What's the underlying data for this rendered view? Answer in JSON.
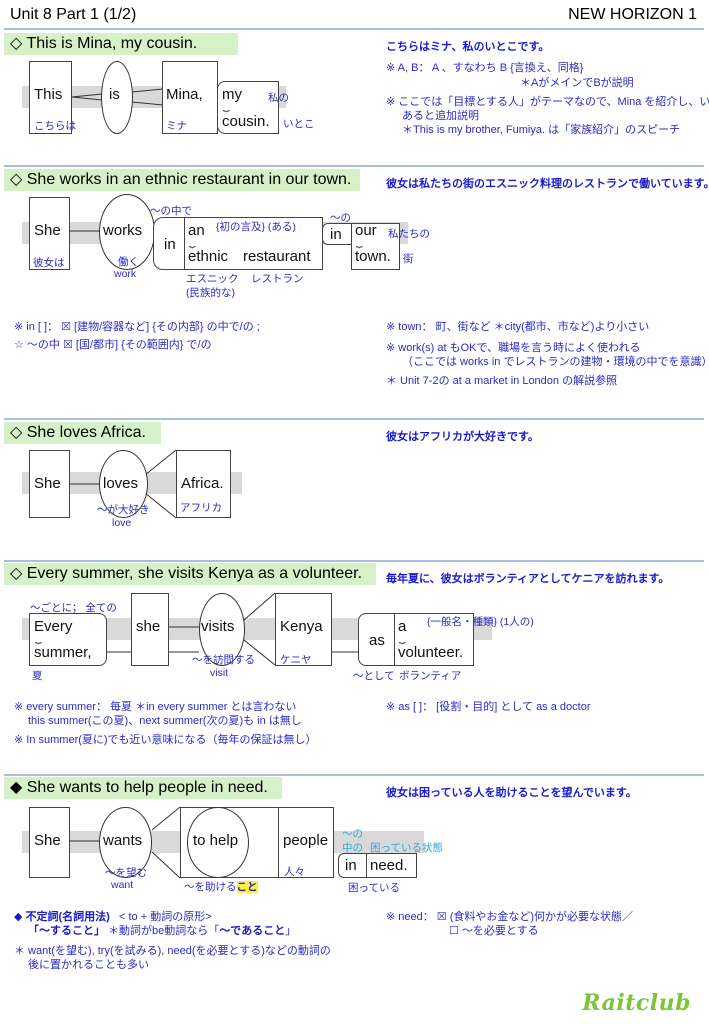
{
  "header": {
    "unit": "Unit 8 Part 1 (1/2)",
    "textbook": "NEW HORIZON 1"
  },
  "sections": [
    {
      "title": "◇ This is Mina, my cousin.",
      "translation": "こちらはミナ、私のいとこです。",
      "diagram": {
        "words": [
          "This",
          "is",
          "Mina,",
          "my",
          "cousin."
        ],
        "glosses": {
          "this": "こちらは",
          "mina": "ミナ",
          "my": "私の",
          "cousin": "いとこ"
        }
      },
      "notes_right": [
        "※ A, B：  A 、すなわち B  {言換え、同格}",
        "＊AがメインでBが説明",
        "※ ここでは「目標とする人」がテーマなので、Mina を紹介し、いとこで",
        "あると追加説明",
        "＊This is my brother, Fumiya. は「家族紹介」のスピーチ"
      ]
    },
    {
      "title": "◇ She works in an ethnic restaurant in our town.",
      "translation": "彼女は私たちの街のエスニック料理のレストランで働いています。",
      "diagram": {
        "words": [
          "She",
          "works",
          "in",
          "an",
          "ethnic",
          "restaurant",
          "in",
          "our",
          "town."
        ],
        "glosses": {
          "she": "彼女は",
          "works_jp": "働く",
          "works_base": "work",
          "in1": "〜の中で",
          "an": "{初の言及} (ある)",
          "ethnic": "エスニック",
          "ethnic2": "(民族的な)",
          "restaurant": "レストラン",
          "in2": "〜の",
          "our": "私たちの",
          "town": "街"
        }
      },
      "notes_left": [
        "※ in [ ]：   ☒ [建物/容器など] {その内部} の中で/の ;",
        "☆ 〜の中    ☒ [国/都市] {その範囲内} で/の"
      ],
      "notes_right": [
        "※ town：  町、街など   ＊city(都市、市など)より小さい",
        "※ work(s) at もOKで、職場を言う時によく使われる",
        "（ここでは works in でレストランの建物・環境の中でを意識）",
        "＊ Unit 7-2の at a market in London の解説参照"
      ]
    },
    {
      "title": "◇ She loves Africa.",
      "translation": "彼女はアフリカが大好きです。",
      "diagram": {
        "words": [
          "She",
          "loves",
          "Africa."
        ],
        "glosses": {
          "loves_jp": "〜が大好き",
          "loves_base": "love",
          "africa": "アフリカ"
        }
      }
    },
    {
      "title": "◇ Every summer, she visits Kenya as a volunteer.",
      "translation": "毎年夏に、彼女はボランティアとしてケニアを訪れます。",
      "diagram": {
        "words": [
          "Every",
          "summer,",
          "she",
          "visits",
          "Kenya",
          "as",
          "a",
          "volunteer."
        ],
        "glosses": {
          "every": "〜ごとに；  全ての",
          "summer": "夏",
          "visits_jp": "〜を訪問する",
          "visits_base": "visit",
          "kenya": "ケニヤ",
          "as": "〜として",
          "a": "{一般名・種類} (1人の)",
          "volunteer": "ボランティア"
        }
      },
      "notes_left": [
        "※ every summer：  毎夏   ＊in every summer とは言わない",
        "this summer(この夏)、next summer(次の夏)も in は無し",
        "※ In summer(夏に)でも近い意味になる（毎年の保証は無し）"
      ],
      "notes_right": [
        "※ as [ ]：  [役割・目的] として   as a doctor"
      ]
    },
    {
      "title": "◆ She wants to help people in need.",
      "translation": "彼女は困っている人を助けることを望んでいます。",
      "diagram": {
        "words": [
          "She",
          "wants",
          "to help",
          "people",
          "in",
          "need."
        ],
        "glosses": {
          "wants_jp": "〜を望む",
          "wants_base": "want",
          "to_help_pre": "〜を助ける",
          "to_help_hl": "こと",
          "people": "人々",
          "in_top": "〜の",
          "in_mid": "中の",
          "need_state": "困っている状態",
          "need_jp": "困っている"
        }
      },
      "notes_left": [
        "◆ 不定詞(名詞用法)",
        "< to + 動詞の原形>",
        "「〜すること」",
        "＊動詞がbe動詞なら「",
        "〜であること",
        "」",
        "＊ want(を望む), try(を試みる), need(を必要とする)などの動詞の",
        "後に置かれることも多い"
      ],
      "notes_right": [
        "※ need：   ☒ (食料やお金など)何かが必要な状態／",
        "☐ 〜を必要とする"
      ]
    }
  ],
  "footer": {
    "logo": "Raitclub"
  },
  "colors": {
    "title_bg": "#d6f0c8",
    "note_blue": "#2b2bc4",
    "translation_blue": "#1a1acc",
    "cyan": "#29a9e0",
    "highlight": "#ffef3a",
    "logo_green": "#7cc43a",
    "separator": "#a9bfdd"
  }
}
